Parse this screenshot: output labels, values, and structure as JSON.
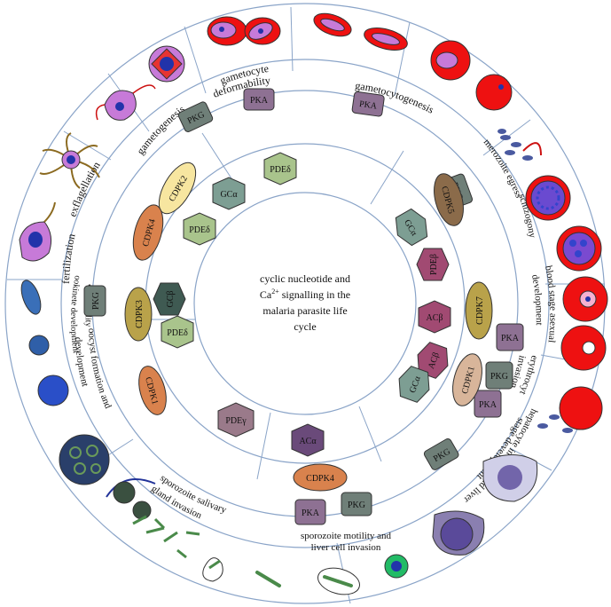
{
  "center_text": {
    "line1": "cyclic nucleotide and",
    "line2_ca": "Ca",
    "line2_sup": "2+",
    "line2_rest": " signalling in the",
    "line3": "malaria parasite life",
    "line4": "cycle"
  },
  "stages": {
    "gametocyte_deformability_1": "gametocyte",
    "gametocyte_deformability_2": "deformability",
    "gametocytogenesis": "gametocytogenesis",
    "merozoite_egress": "merozoite egress",
    "schizogony": "schizogony",
    "blood_stage_1": "blood stage asexual",
    "blood_stage_2": "development",
    "erythrocyte_1": "erythrocyte",
    "erythrocyte_2": "invasion",
    "hepatocyte_1": "hepatocyte invasion and liver",
    "hepatocyte_2": "stage development",
    "sporozoite_motility_1": "sporozoite motility and",
    "sporozoite_motility_2": "liver cell invasion",
    "sporozoite_salivary_1": "sporozoite salivary",
    "sporozoite_salivary_2": "gland invasion",
    "oocyst_1": "oocyst formation and",
    "oocyst_2": "development",
    "ookinete_1": "ookinete development",
    "ookinete_2": "and motility",
    "fertilization": "fertilization",
    "exflagellation": "exflagellation",
    "gametogenesis": "gametogenesis"
  },
  "kinases": {
    "pka_top": "PKA",
    "pka_gametocytogenesis": "PKA",
    "pkg_gametogenesis": "PKG",
    "pkg_egress": "PKG",
    "cdpk5": "CDPK5",
    "cdpk7": "CDPK7",
    "pka_blood": "PKA",
    "pkg_invasion": "PKG",
    "pka_invasion": "PKA",
    "cdpk1": "CDPK1",
    "pkg_liver": "PKG",
    "pkg_sporo": "PKG",
    "pka_sporo": "PKA",
    "cdpk4_sporo": "CDPK4",
    "cdpk3": "CDPK3",
    "pkg_ookinete": "PKG",
    "cdpk1_oocyst": "CDPK1",
    "cdpk2": "CDPK2",
    "cdpk4_gam": "CDPK4"
  },
  "enzymes": {
    "pde_delta_top": "PDEδ",
    "gc_alpha_top": "GCα",
    "pde_delta_left": "PDEδ",
    "gc_alpha_right": "GCα",
    "pde_beta": "PDEβ",
    "ac_beta_1": "ACβ",
    "ac_beta_2": "ACβ",
    "gc_alpha_bottom_right": "GCα",
    "gc_beta": "GCβ",
    "pde_delta_ook": "PDEδ",
    "pde_gamma": "PDEγ",
    "ac_alpha": "ACα"
  },
  "colors": {
    "ring_line": "#8aa4c8",
    "pka": "#8e7193",
    "pkg": "#6f7f78",
    "cdpk_orange": "#d9824d",
    "cdpk_yellow": "#f7e6a0",
    "cdpk_olive": "#b9a24a",
    "cdpk_brown": "#8b6b4a",
    "cdpk_tan": "#d8b59a",
    "pde_green": "#a9c48c",
    "gc_teal": "#7d9e93",
    "ac_magenta": "#a14a72",
    "ac_purple": "#6a4a7a",
    "rbc_red": "#ee1111"
  }
}
